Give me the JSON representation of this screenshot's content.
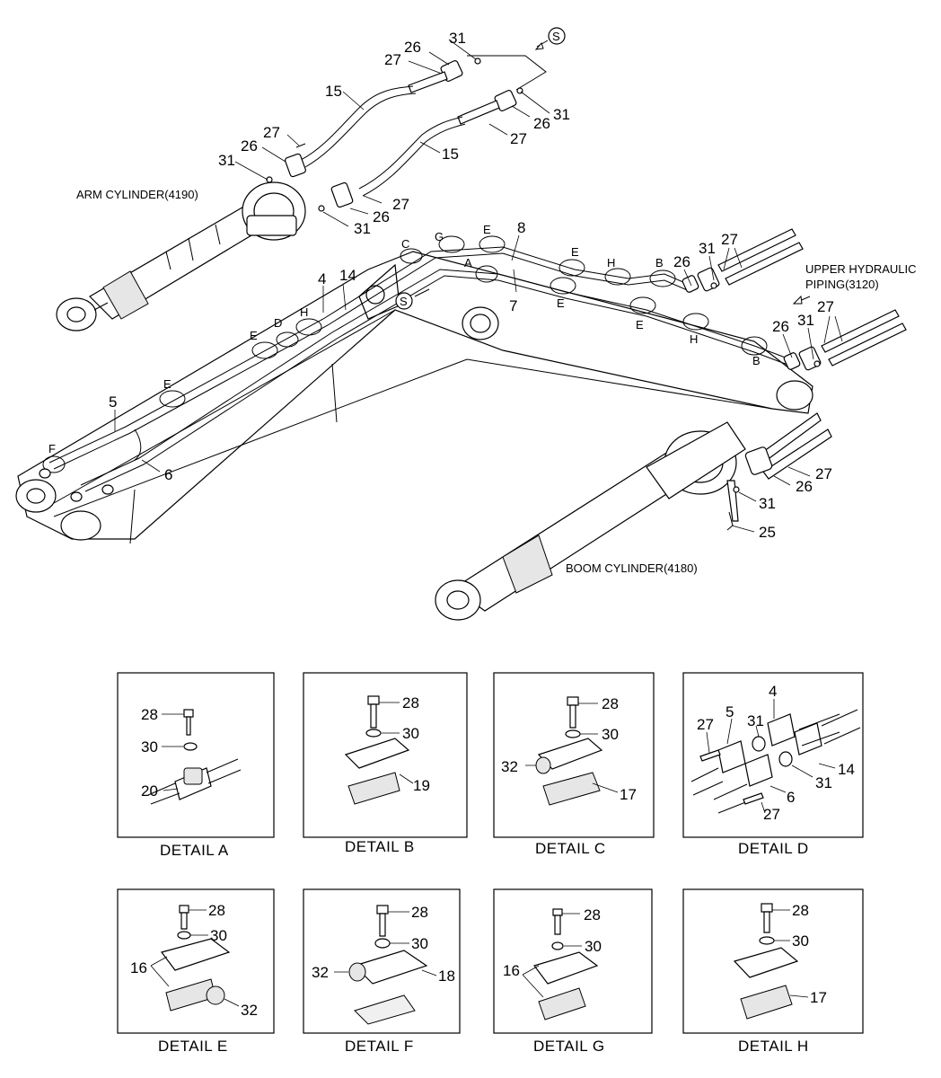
{
  "callouts": {
    "n31a": "31",
    "n26a": "26",
    "n27a": "27",
    "n15a": "15",
    "n31b": "31",
    "n26b": "26",
    "n27b": "27",
    "n15b": "15",
    "n27c": "27",
    "n26c": "26",
    "n31c": "31",
    "n27d": "27",
    "n26d": "26",
    "n31d": "31",
    "n14": "14",
    "n4": "4",
    "n8": "8",
    "n7": "7",
    "n5": "5",
    "n6": "6",
    "n26e": "26",
    "n31e": "31",
    "n27e": "27",
    "n26f": "26",
    "n31f": "31",
    "n27f": "27",
    "n27g": "27",
    "n26g": "26",
    "n31g": "31",
    "n25": "25"
  },
  "letters": {
    "C": "C",
    "G": "G",
    "A": "A",
    "E1": "E",
    "E2": "E",
    "E3": "E",
    "E4": "E",
    "E5": "E",
    "E6": "E",
    "H1": "H",
    "H2": "H",
    "H3": "H",
    "B1": "B",
    "B2": "B",
    "D": "D",
    "F": "F",
    "S1": "S",
    "S2": "S"
  },
  "labels": {
    "arm_cylinder": "ARM CYLINDER(4190)",
    "upper_hydraulic_1": "UPPER HYDRAULIC",
    "upper_hydraulic_2": "PIPING(3120)",
    "boom_cylinder": "BOOM CYLINDER(4180)"
  },
  "details": {
    "A": {
      "caption": "DETAIL  A",
      "n1": "28",
      "n2": "30",
      "n3": "20"
    },
    "B": {
      "caption": "DETAIL  B",
      "n1": "28",
      "n2": "30",
      "n3": "19"
    },
    "C": {
      "caption": "DETAIL  C",
      "n1": "28",
      "n2": "30",
      "n3": "32",
      "n4": "17"
    },
    "D": {
      "caption": "DETAIL  D",
      "n1": "4",
      "n2": "31",
      "n3": "5",
      "n4": "27",
      "n5": "14",
      "n6": "31",
      "n7": "6",
      "n8": "27"
    },
    "E": {
      "caption": "DETAIL  E",
      "n1": "28",
      "n2": "30",
      "n3": "16",
      "n4": "32"
    },
    "F": {
      "caption": "DETAIL  F",
      "n1": "28",
      "n2": "30",
      "n3": "32",
      "n4": "18"
    },
    "G": {
      "caption": "DETAIL  G",
      "n1": "28",
      "n2": "30",
      "n3": "16"
    },
    "H": {
      "caption": "DETAIL  H",
      "n1": "28",
      "n2": "30",
      "n3": "17"
    }
  }
}
